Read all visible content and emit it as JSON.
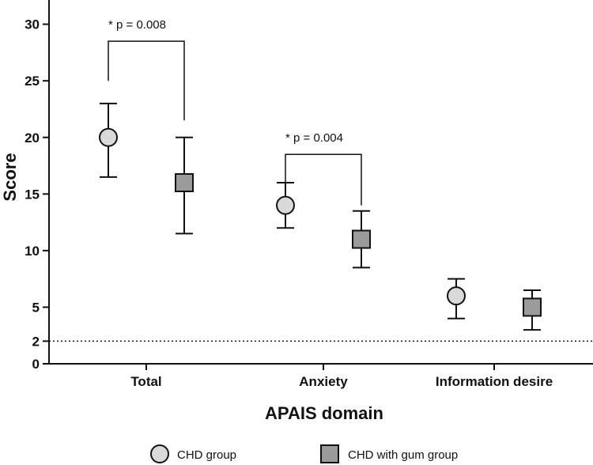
{
  "chart_data": {
    "type": "scatter",
    "xlabel": "APAIS domain",
    "ylabel": "Score",
    "ylim": [
      0,
      32
    ],
    "yticks": [
      0,
      2,
      5,
      10,
      15,
      20,
      25,
      30
    ],
    "categories": [
      "Total",
      "Anxiety",
      "Information desire"
    ],
    "reference_line": {
      "y": 2,
      "style": "dotted"
    },
    "series": [
      {
        "name": "CHD group",
        "marker": "circle",
        "color": "#d9d9d9",
        "values": [
          20,
          14,
          6
        ],
        "upper": [
          23,
          16,
          7.5
        ],
        "lower": [
          16.5,
          12,
          4
        ]
      },
      {
        "name": "CHD with gum group",
        "marker": "square",
        "color": "#9b9b9b",
        "values": [
          16,
          11,
          5
        ],
        "upper": [
          20,
          13.5,
          6.5
        ],
        "lower": [
          11.5,
          8.5,
          3
        ]
      }
    ],
    "annotations": [
      {
        "category": "Total",
        "text": "* p = 0.008",
        "bracket_y": 28.5,
        "from_y": 25,
        "to_y": 21.5
      },
      {
        "category": "Anxiety",
        "text": "* p = 0.004",
        "bracket_y": 18.5,
        "from_y": 15.5,
        "to_y": 14
      }
    ],
    "legend_position": "bottom",
    "grid": false
  }
}
